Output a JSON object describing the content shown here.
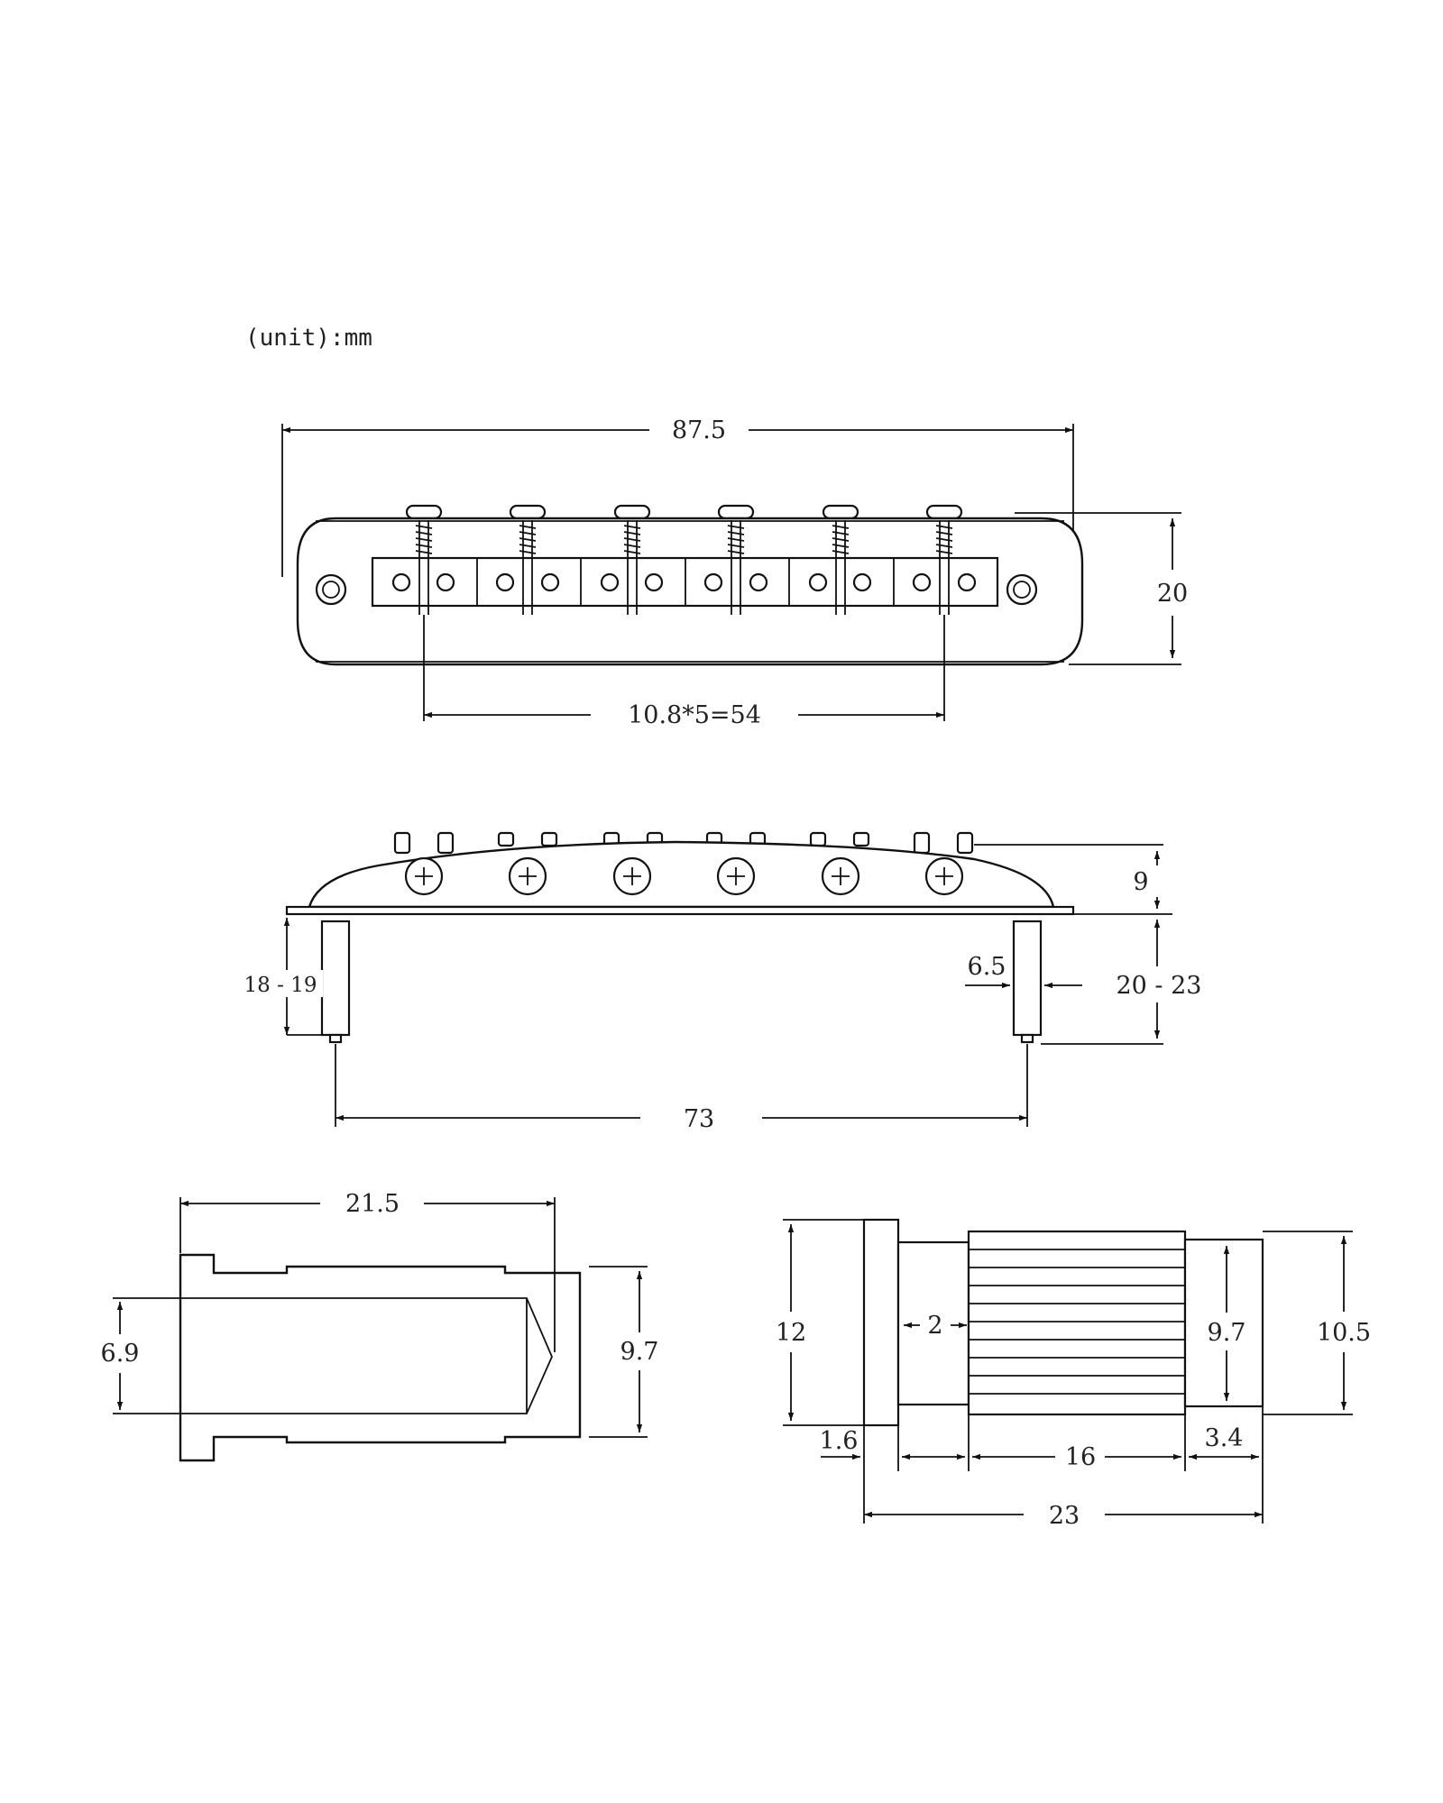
{
  "unit_note": "(unit):mm",
  "top_view": {
    "overall_length": "87.5",
    "height": "20",
    "saddle_spacing": "10.8*5=54",
    "saddle_count": 6
  },
  "side_view": {
    "body_height": "9",
    "left_post_length": "18 - 19",
    "post_diameter": "6.5",
    "right_post_length": "20 - 23",
    "post_spacing": "73"
  },
  "saddle_view": {
    "length": "21.5",
    "width": "6.9",
    "height": "9.7"
  },
  "post_view": {
    "flange_diameter": "12",
    "neck_length": "2",
    "body_height": "9.7",
    "outer_height": "10.5",
    "flange_thickness": "1.6",
    "knurl_length": "16",
    "tip_length": "3.4",
    "total_length": "23"
  }
}
